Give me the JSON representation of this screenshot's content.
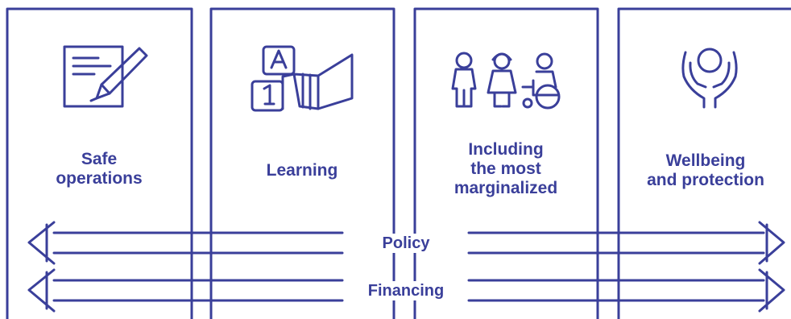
{
  "colors": {
    "primary": "#3a3f9a",
    "background": "#ffffff"
  },
  "pillars": [
    {
      "label": "Safe\noperations",
      "icon": "pen-on-paper-icon"
    },
    {
      "label": "Learning",
      "icon": "blocks-and-book-icon"
    },
    {
      "label": "Including\nthe most\nmarginalized",
      "icon": "diverse-people-icon"
    },
    {
      "label": "Wellbeing\nand protection",
      "icon": "hands-holding-person-icon"
    }
  ],
  "bands": [
    {
      "label": "Policy"
    },
    {
      "label": "Financing"
    }
  ]
}
